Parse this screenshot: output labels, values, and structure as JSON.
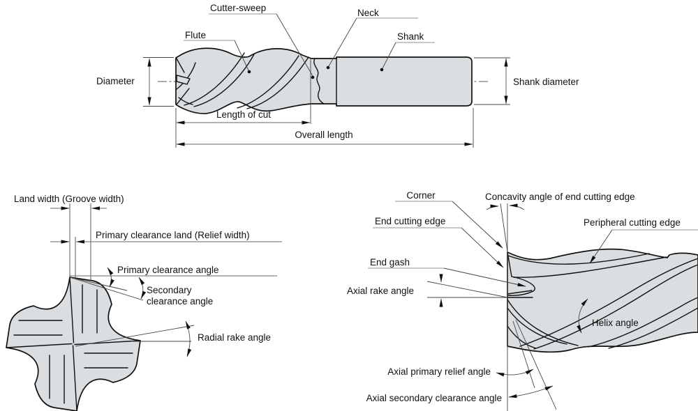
{
  "title": "End mill nomenclature diagram",
  "colors": {
    "background": "#ffffff",
    "body_fill": "#dbdee0",
    "outline": "#111111",
    "annotation_line": "#444444",
    "leader_underline": "#a6a6a6"
  },
  "top_view": {
    "labels": {
      "cutter_sweep": "Cutter-sweep",
      "flute": "Flute",
      "neck": "Neck",
      "shank": "Shank",
      "diameter": "Diameter",
      "shank_diameter": "Shank diameter",
      "length_of_cut": "Length of cut",
      "overall_length": "Overall length"
    }
  },
  "end_view": {
    "labels": {
      "land_width": "Land width (Groove width)",
      "primary_clearance_land": "Primary clearance land (Relief width)",
      "primary_clearance_angle": "Primary clearance angle",
      "secondary_line1": "Secondary",
      "secondary_line2": "clearance angle",
      "radial_rake_angle": "Radial rake angle"
    }
  },
  "side_view": {
    "labels": {
      "corner": "Corner",
      "concavity_angle": "Concavity angle of end cutting edge",
      "end_cutting_edge": "End cutting edge",
      "peripheral_cutting_edge": "Peripheral cutting edge",
      "end_gash": "End gash",
      "axial_rake_angle": "Axial rake angle",
      "helix_angle": "Helix angle",
      "axial_primary_relief_angle": "Axial primary relief angle",
      "axial_secondary_clearance_angle": "Axial secondary clearance angle"
    }
  }
}
